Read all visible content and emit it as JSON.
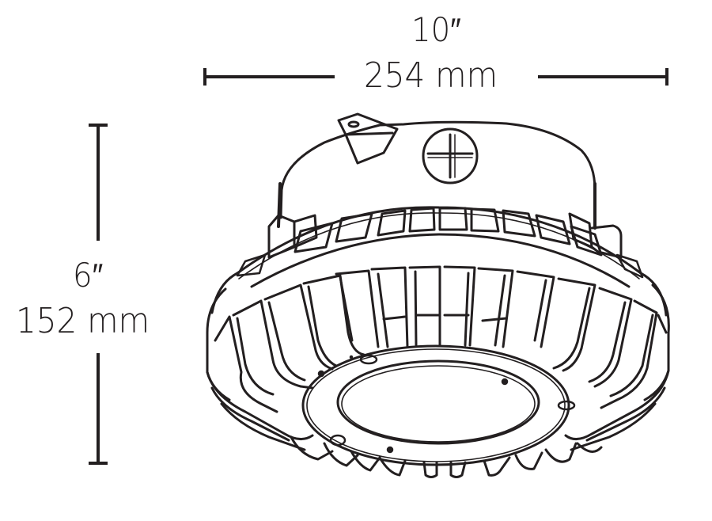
{
  "drawing": {
    "subject": "round LED light fixture (finned heat sink, top junction box with mounting tab and cross-slot screw cap, lens ring on bottom)",
    "line_color": "#231f20",
    "background_color": "#ffffff"
  },
  "dimensions": {
    "width": {
      "imperial": "10″",
      "metric": "254 mm",
      "orientation": "horizontal"
    },
    "height": {
      "imperial": "6″",
      "metric": "152 mm",
      "orientation": "vertical"
    }
  }
}
